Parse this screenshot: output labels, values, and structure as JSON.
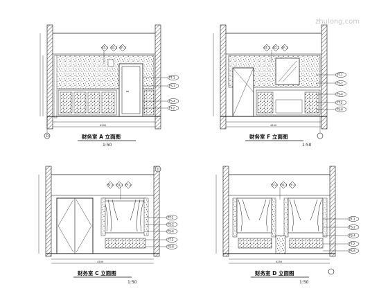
{
  "watermark": "zhulong.com",
  "panels": [
    {
      "id": "A",
      "title": "财务室 A 立面图",
      "scale": "1:50",
      "axis_label": "D",
      "callouts_top": [
        "ST-1",
        "FD-1",
        "FF-1"
      ],
      "callouts_right": [
        "PT-1",
        "FS-2",
        "FS-4",
        "FT-2"
      ],
      "dim_width": "4200"
    },
    {
      "id": "F",
      "title": "财务室 F 立面图",
      "scale": "1:50",
      "axis_label": "",
      "callouts_top": [
        "ST-1",
        "FD-1",
        "FF-1"
      ],
      "callouts_right": [
        "PT-1",
        "FS-2",
        "FS-4",
        "FT-2",
        "FS-6"
      ],
      "dim_width": "4500"
    },
    {
      "id": "C",
      "title": "财务室 C 立面图",
      "scale": "1:50",
      "axis_label": "D",
      "callouts_top": [
        "ST-1",
        "FD-1",
        "FF-1"
      ],
      "callouts_right": [
        "PT-1",
        "FS-2",
        "FS-4",
        "FT-2",
        "FS-6"
      ],
      "dim_width": "4500"
    },
    {
      "id": "D",
      "title": "财务室 D 立面图",
      "scale": "1:50",
      "axis_label": "",
      "callouts_top": [
        "ST-1",
        "FD-1",
        "FF-1"
      ],
      "callouts_right": [
        "PT-1",
        "FS-2",
        "FS-4",
        "FT-2",
        "FS-6"
      ],
      "dim_width": "4250"
    }
  ]
}
